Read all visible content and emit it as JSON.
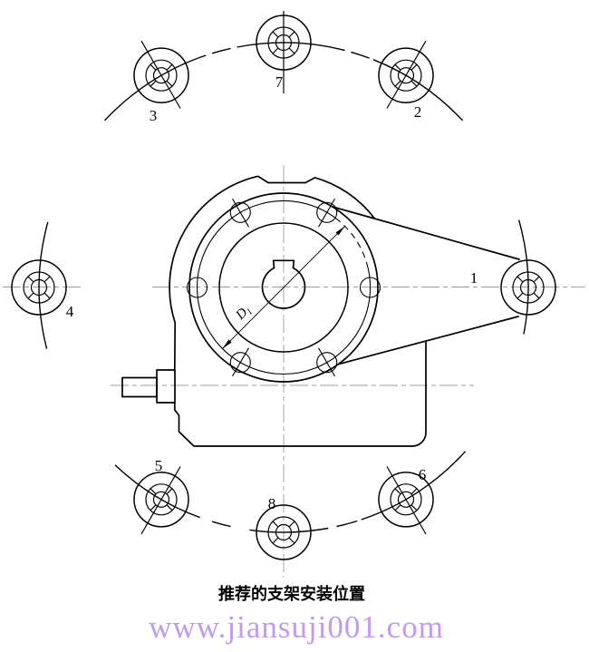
{
  "diagram": {
    "title": "推荐的支架安装位置",
    "watermark": "www.jiansuji001.com",
    "dimension": {
      "main": "D",
      "sub": "1"
    },
    "colors": {
      "line": "#000000",
      "centerline": "#9b9b9b",
      "watermark": "#c29af0"
    },
    "positions": [
      {
        "label": "1",
        "angle": 0
      },
      {
        "label": "2",
        "angle": 60
      },
      {
        "label": "3",
        "angle": 120
      },
      {
        "label": "4",
        "angle": 180
      },
      {
        "label": "5",
        "angle": 240
      },
      {
        "label": "6",
        "angle": 300
      },
      {
        "label": "7",
        "angle": 90
      },
      {
        "label": "8",
        "angle": 270
      }
    ]
  }
}
